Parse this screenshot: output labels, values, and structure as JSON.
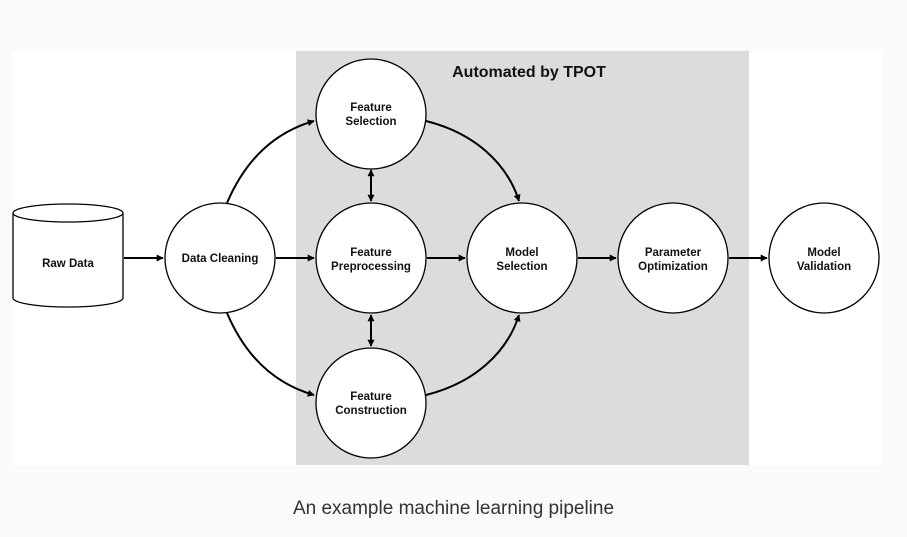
{
  "diagram": {
    "region_label": "Automated by TPOT",
    "nodes": {
      "raw_data": {
        "label": [
          "Raw Data"
        ]
      },
      "data_cleaning": {
        "label": [
          "Data Cleaning"
        ]
      },
      "feature_selection": {
        "label": [
          "Feature",
          "Selection"
        ]
      },
      "feature_preprocessing": {
        "label": [
          "Feature",
          "Preprocessing"
        ]
      },
      "feature_construction": {
        "label": [
          "Feature",
          "Construction"
        ]
      },
      "model_selection": {
        "label": [
          "Model",
          "Selection"
        ]
      },
      "parameter_optimization": {
        "label": [
          "Parameter",
          "Optimization"
        ]
      },
      "model_validation": {
        "label": [
          "Model",
          "Validation"
        ]
      }
    },
    "edges": [
      {
        "from": "raw_data",
        "to": "data_cleaning",
        "direction": "forward"
      },
      {
        "from": "data_cleaning",
        "to": "feature_selection",
        "direction": "forward"
      },
      {
        "from": "data_cleaning",
        "to": "feature_preprocessing",
        "direction": "forward"
      },
      {
        "from": "data_cleaning",
        "to": "feature_construction",
        "direction": "forward"
      },
      {
        "from": "feature_selection",
        "to": "feature_preprocessing",
        "direction": "both"
      },
      {
        "from": "feature_preprocessing",
        "to": "feature_construction",
        "direction": "both"
      },
      {
        "from": "feature_selection",
        "to": "model_selection",
        "direction": "forward"
      },
      {
        "from": "feature_preprocessing",
        "to": "model_selection",
        "direction": "forward"
      },
      {
        "from": "feature_construction",
        "to": "model_selection",
        "direction": "forward"
      },
      {
        "from": "model_selection",
        "to": "parameter_optimization",
        "direction": "forward"
      },
      {
        "from": "parameter_optimization",
        "to": "model_validation",
        "direction": "forward"
      }
    ],
    "colors": {
      "region_fill": "#dcdcdc",
      "node_fill": "#ffffff",
      "stroke": "#000000"
    }
  },
  "caption": "An example machine learning pipeline"
}
